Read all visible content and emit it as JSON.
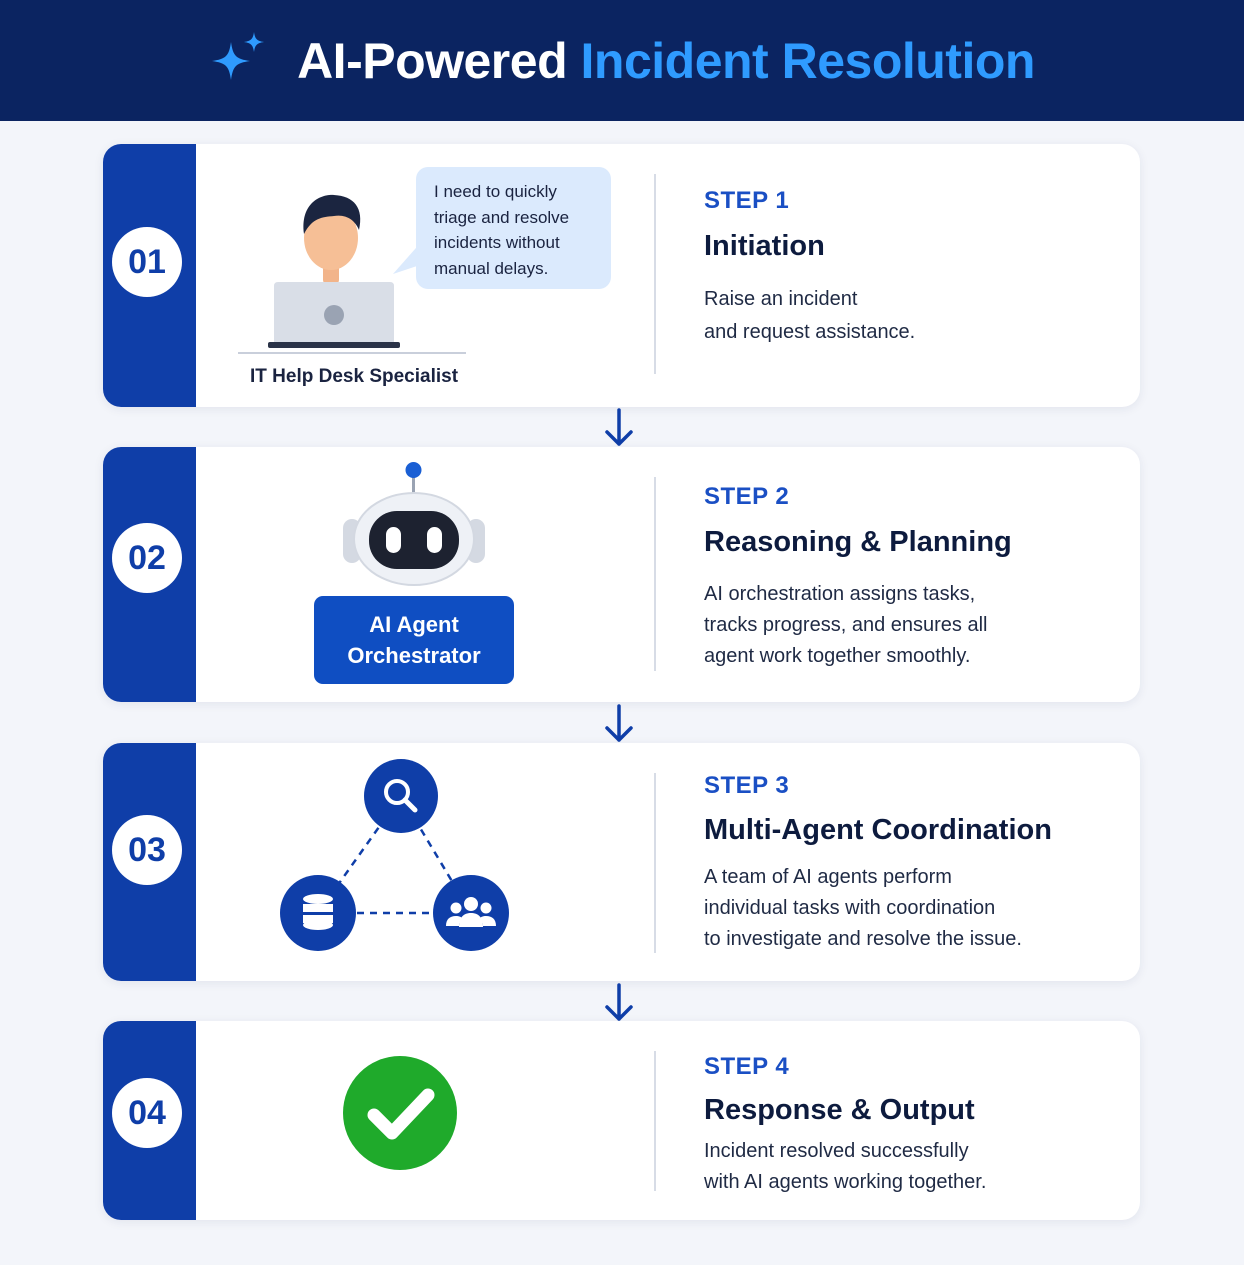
{
  "header": {
    "title_main": "AI-Powered",
    "title_accent": "Incident Resolution",
    "icon": "sparkle-icon"
  },
  "colors": {
    "header_bg": "#0b2461",
    "accent_blue": "#2f9bff",
    "band_blue": "#0f3ea8",
    "step_label_blue": "#1a4fc4",
    "success_green": "#1faa2b"
  },
  "steps": [
    {
      "number": "01",
      "label": "STEP 1",
      "title": "Initiation",
      "desc_lines": [
        "Raise an incident",
        "and request assistance."
      ],
      "illustration": {
        "type": "person-laptop",
        "icon": "help-desk-person-icon",
        "speech_lines": [
          "I need to quickly",
          "triage and resolve",
          "incidents without",
          "manual delays."
        ],
        "caption": "IT Help Desk Specialist"
      }
    },
    {
      "number": "02",
      "label": "STEP 2",
      "title": "Reasoning & Planning",
      "desc_lines": [
        "AI orchestration assigns tasks,",
        "tracks progress, and ensures all",
        "agent work together smoothly."
      ],
      "illustration": {
        "type": "robot",
        "icon": "robot-icon",
        "button_lines": [
          "AI Agent",
          "Orchestrator"
        ]
      }
    },
    {
      "number": "03",
      "label": "STEP 3",
      "title": "Multi-Agent Coordination",
      "desc_lines": [
        "A team of AI agents perform",
        "individual tasks with coordination",
        "to investigate and resolve the issue."
      ],
      "illustration": {
        "type": "agent-network",
        "icons": [
          "search-icon",
          "database-icon",
          "users-icon"
        ]
      }
    },
    {
      "number": "04",
      "label": "STEP 4",
      "title": "Response & Output",
      "desc_lines": [
        "Incident resolved successfully",
        "with AI agents working together."
      ],
      "illustration": {
        "type": "check",
        "icon": "checkmark-icon"
      }
    }
  ],
  "connectors": [
    "arrow-down-icon",
    "arrow-down-icon",
    "arrow-down-icon"
  ]
}
